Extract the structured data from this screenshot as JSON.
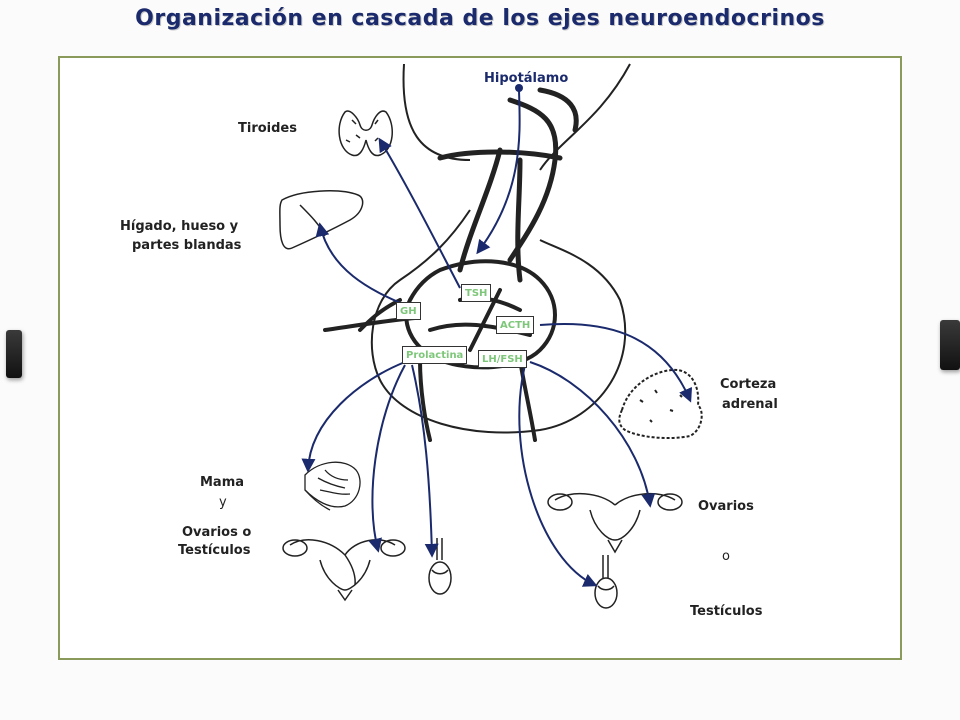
{
  "title": "Organización en cascada de los ejes neuroendocrinos",
  "labels": {
    "hypothalamus": "Hipotálamo",
    "thyroid": "Tiroides",
    "liver_line1": "Hígado, hueso y",
    "liver_line2": "partes blandas",
    "adrenal_line1": "Corteza",
    "adrenal_line2": "adrenal",
    "breast": "Mama",
    "and_word": "y",
    "ovaries_testes_line1": "Ovarios o",
    "ovaries_testes_line2": "Testículos",
    "ovaries": "Ovarios",
    "or_word": "o",
    "testes": "Testículos"
  },
  "hormones": {
    "tsh": "TSH",
    "gh": "GH",
    "acth": "ACTH",
    "prolactin": "Prolactina",
    "lhfsh": "LH/FSH"
  },
  "colors": {
    "title": "#1a2a6c",
    "arrow": "#1a2a6c",
    "hormone_text": "#7ec77a",
    "frame": "#8a9a5b",
    "drawing": "#222222"
  }
}
